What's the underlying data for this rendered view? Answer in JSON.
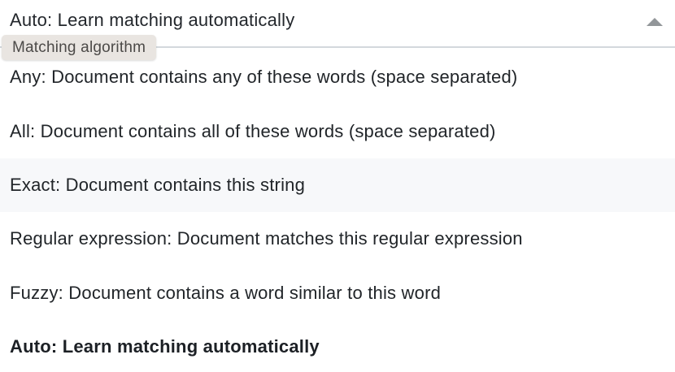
{
  "select": {
    "value": "Auto: Learn matching automatically",
    "label": "Matching algorithm",
    "caret_icon": "caret-up-icon"
  },
  "dropdown": {
    "options": [
      {
        "label": "Any: Document contains any of these words (space separated)",
        "state": "default"
      },
      {
        "label": "All: Document contains all of these words (space separated)",
        "state": "default"
      },
      {
        "label": "Exact: Document contains this string",
        "state": "highlighted"
      },
      {
        "label": "Regular expression: Document matches this regular expression",
        "state": "default"
      },
      {
        "label": "Fuzzy: Document contains a word similar to this word",
        "state": "default"
      },
      {
        "label": "Auto: Learn matching automatically",
        "state": "selected"
      }
    ]
  },
  "colors": {
    "text": "#212529",
    "label_bg": "#e9e5e1",
    "label_text": "#4c4a48",
    "underline": "#d3d8dd",
    "highlight_bg": "#f7f8fa",
    "caret": "#929699"
  }
}
